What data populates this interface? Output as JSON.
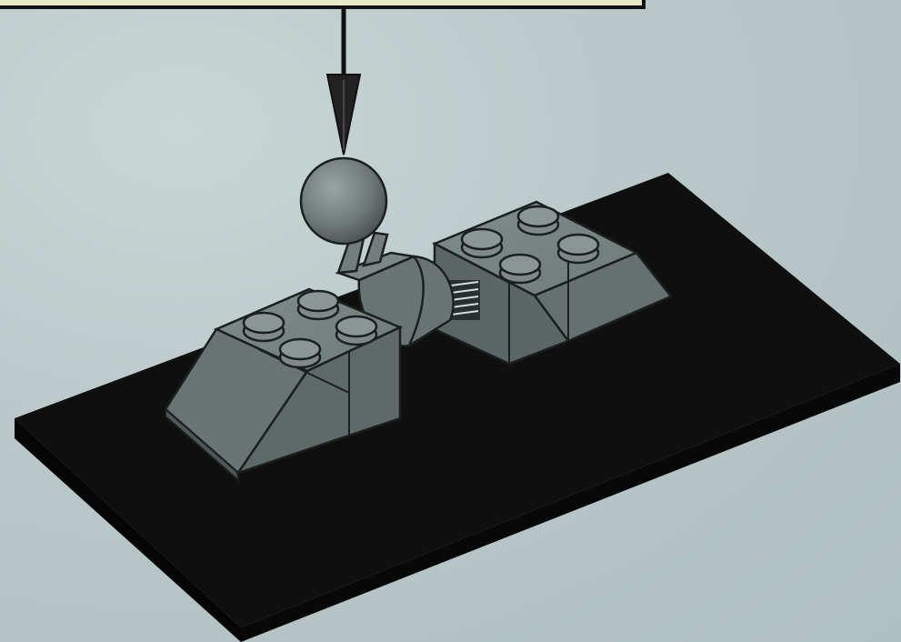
{
  "diagram": {
    "components": [
      {
        "id": "callout-box",
        "shape": "rectangle"
      },
      {
        "id": "pointer-arrow",
        "direction": "down"
      },
      {
        "id": "baseplate",
        "color": "#101010"
      },
      {
        "id": "slope-brick-left",
        "color": "#6e7a78"
      },
      {
        "id": "hinge-joint",
        "color": "#6e7a78"
      },
      {
        "id": "ball-joint",
        "color": "#7d8886"
      },
      {
        "id": "slope-brick-right",
        "color": "#6e7a78"
      }
    ]
  },
  "colors": {
    "background": "#b7c7c8",
    "baseplate": "#101010",
    "brick": "#6e7a78",
    "brick_top": "#7b8785",
    "brick_dark": "#4f5857",
    "outline": "#1a1f1f"
  }
}
